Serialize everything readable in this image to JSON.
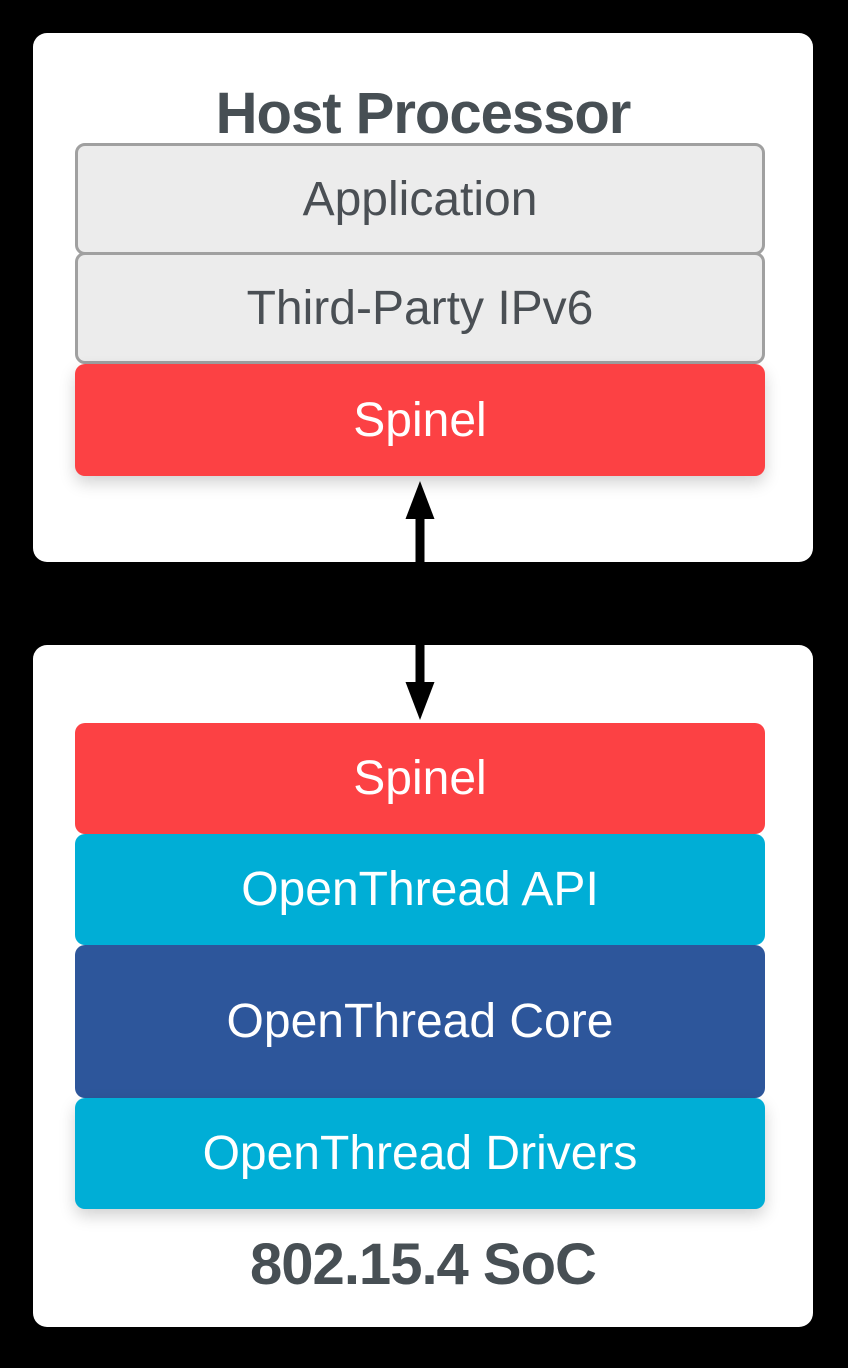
{
  "colors": {
    "background": "#000000",
    "card_background": "#ffffff",
    "spinel_red": "#fc4144",
    "openthread_cyan": "#00aed6",
    "openthread_blue": "#2d569b",
    "gray_layer_fill": "#ececec",
    "gray_layer_border": "#a0a0a0",
    "title_text": "#474f54",
    "layer_text_on_color": "#ffffff"
  },
  "host_card": {
    "title": "Host Processor",
    "layers": [
      {
        "label": "Application",
        "type": "gray"
      },
      {
        "label": "Third-Party IPv6",
        "type": "gray"
      },
      {
        "label": "Spinel",
        "type": "red"
      }
    ]
  },
  "connector": {
    "type": "bidirectional-vertical-arrow"
  },
  "soc_card": {
    "title": "802.15.4 SoC",
    "layers": [
      {
        "label": "Spinel",
        "type": "red"
      },
      {
        "label": "OpenThread API",
        "type": "cyan"
      },
      {
        "label": "OpenThread Core",
        "type": "blue"
      },
      {
        "label": "OpenThread Drivers",
        "type": "cyan"
      }
    ]
  }
}
